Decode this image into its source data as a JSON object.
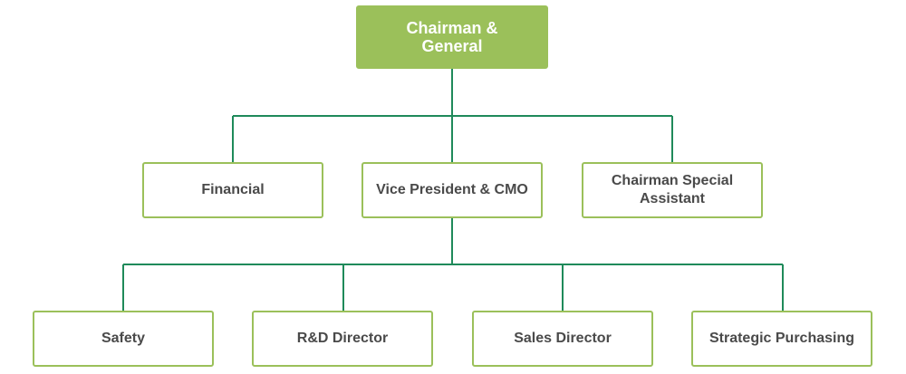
{
  "org_chart": {
    "root": {
      "label": "Chairman & General"
    },
    "level1": [
      {
        "label": "Financial"
      },
      {
        "label": "Vice President & CMO"
      },
      {
        "label": "Chairman Special Assistant"
      }
    ],
    "level2": [
      {
        "label": "Safety"
      },
      {
        "label": "R&D Director"
      },
      {
        "label": "Sales Director"
      },
      {
        "label": "Strategic Purchasing"
      }
    ]
  },
  "colors": {
    "box_border": "#9bc05a",
    "root_fill": "#9bc05a",
    "connector": "#1f8a5a",
    "text": "#4a4a4a"
  }
}
